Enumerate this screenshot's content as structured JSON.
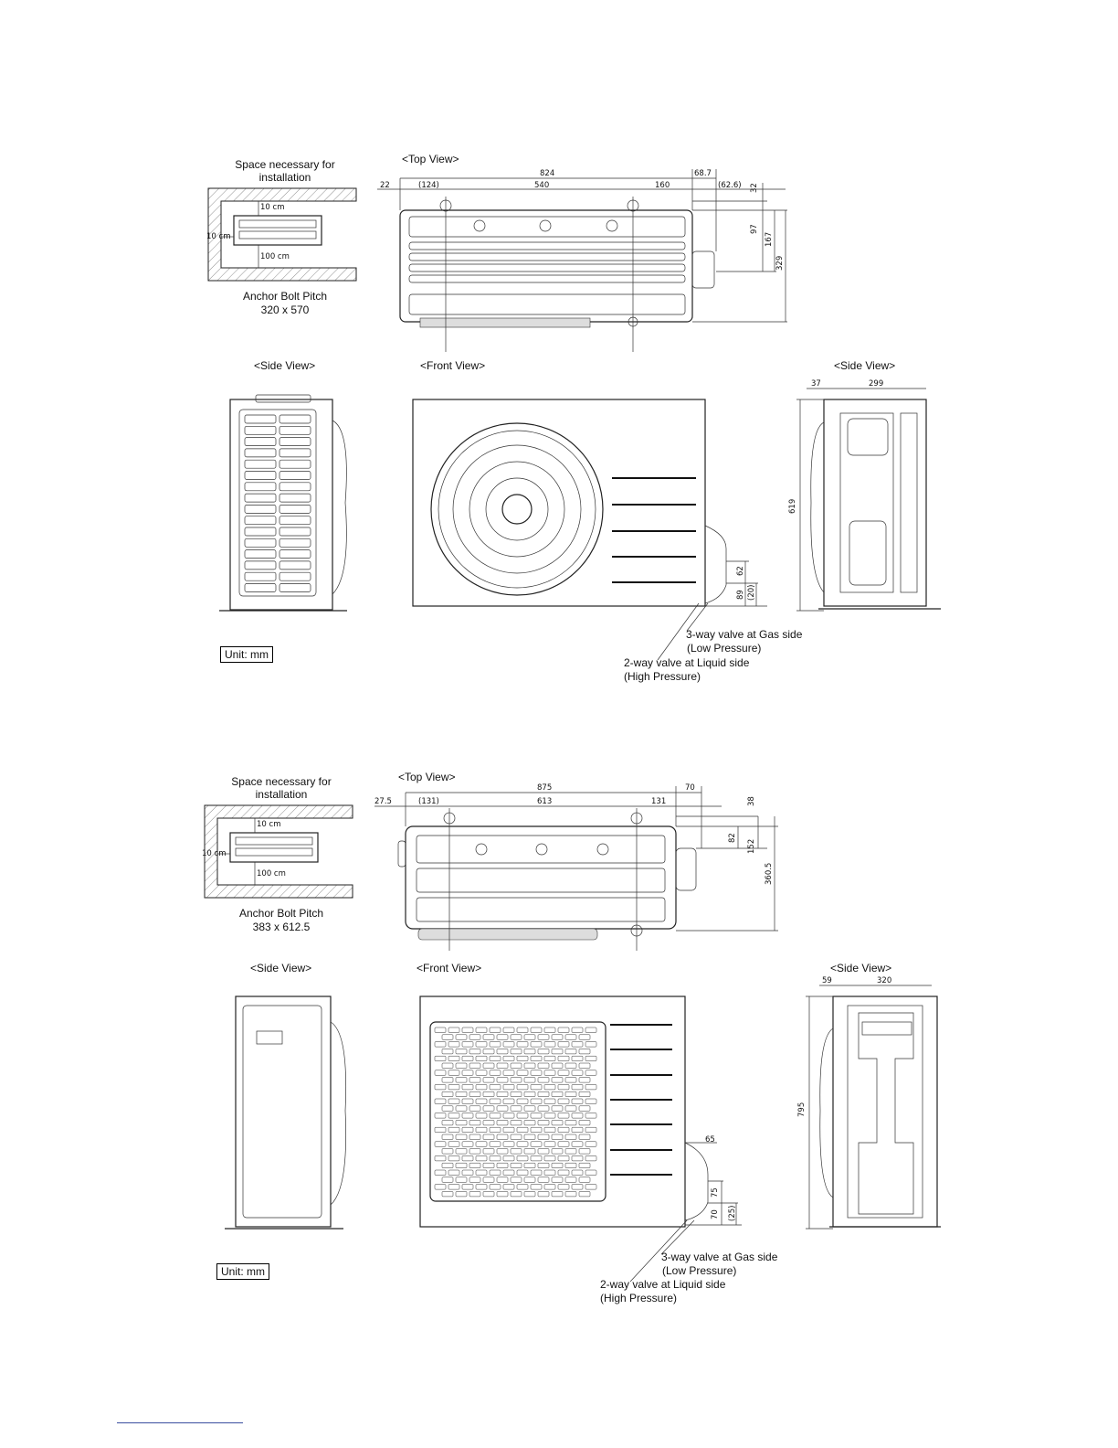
{
  "diagram_1": {
    "space_title": "Space necessary for\ninstallation",
    "space_labels": {
      "top": "10 cm",
      "left": "10 cm",
      "bottom": "100 cm"
    },
    "anchor_title": "Anchor Bolt Pitch",
    "anchor_value": "320 x 570",
    "top_view_label": "<Top View>",
    "side_view_left_label": "<Side View>",
    "front_view_label": "<Front View>",
    "side_view_right_label": "<Side View>",
    "top_dims": {
      "overall": "824",
      "right_ext": "68.7",
      "left_ext": "22",
      "left_bolt": "(124)",
      "pitch": "540",
      "right_part": "160",
      "right_small": "(62.6)"
    },
    "top_vdims": {
      "a": "32",
      "b": "97",
      "c": "167",
      "d": "329"
    },
    "front_vdims": {
      "a": "62",
      "b": "89",
      "c": "(20)"
    },
    "side_dims": {
      "a": "37",
      "b": "299",
      "height": "619"
    },
    "unit": "Unit: mm",
    "valve_gas": "3-way valve at Gas side",
    "valve_gas_sub": "(Low Pressure)",
    "valve_liquid": "2-way valve at Liquid side",
    "valve_liquid_sub": "(High Pressure)"
  },
  "diagram_2": {
    "space_title": "Space necessary for\ninstallation",
    "space_labels": {
      "top": "10 cm",
      "left": "10 cm",
      "bottom": "100 cm"
    },
    "anchor_title": "Anchor Bolt Pitch",
    "anchor_value": "383 x 612.5",
    "top_view_label": "<Top View>",
    "side_view_left_label": "<Side View>",
    "front_view_label": "<Front View>",
    "side_view_right_label": "<Side View>",
    "top_dims": {
      "overall": "875",
      "right_ext": "70",
      "left_ext": "27.5",
      "left_bolt": "(131)",
      "pitch": "613",
      "right_part": "131"
    },
    "top_vdims": {
      "a": "38",
      "b": "82",
      "c": "152",
      "d": "360.5"
    },
    "front_dims": {
      "a": "65"
    },
    "front_vdims": {
      "a": "75",
      "b": "70",
      "c": "(25)"
    },
    "side_dims": {
      "a": "59",
      "b": "320",
      "height": "795"
    },
    "unit": "Unit: mm",
    "valve_gas": "3-way valve at Gas side",
    "valve_gas_sub": "(Low Pressure)",
    "valve_liquid": "2-way valve at Liquid side",
    "valve_liquid_sub": "(High Pressure)"
  }
}
